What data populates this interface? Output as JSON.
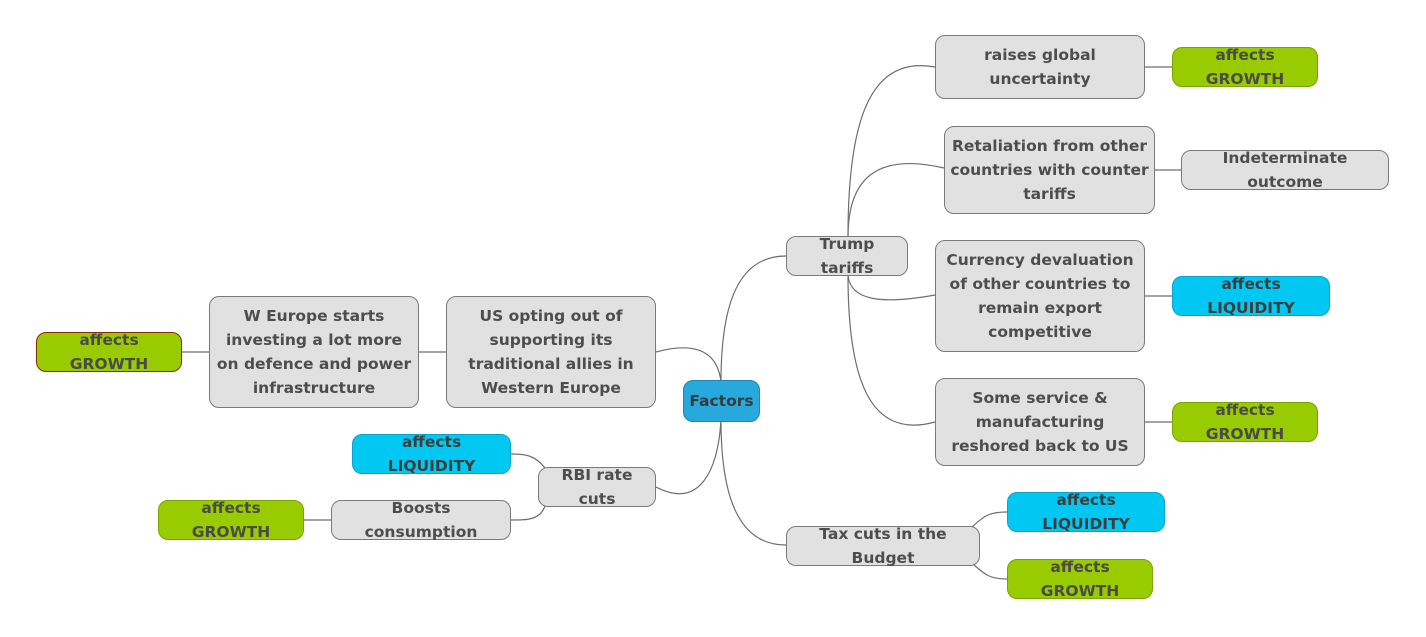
{
  "root": {
    "label": "Factors"
  },
  "right": {
    "trump_tariffs": {
      "label": "Trump tariffs",
      "children": [
        {
          "label": "raises global uncertainty",
          "effect": "affects GROWTH"
        },
        {
          "label": "Retaliation from other countries with counter tariffs",
          "effect": "Indeterminate outcome"
        },
        {
          "label": "Currency devaluation of other countries to remain export competitive",
          "effect": "affects LIQUIDITY"
        },
        {
          "label": "Some service & manufacturing reshored back to US",
          "effect": "affects GROWTH"
        }
      ]
    },
    "tax_cuts": {
      "label": "Tax cuts in the Budget",
      "effects": [
        "affects LIQUIDITY",
        "affects GROWTH"
      ]
    }
  },
  "left": {
    "us_opting_out": {
      "label": "US opting out of supporting its traditional allies in Western Europe",
      "child": {
        "label": "W Europe starts investing a lot more on defence and power infrastructure",
        "effect": "affects GROWTH"
      }
    },
    "rbi_rate_cuts": {
      "label": "RBI rate cuts",
      "effect": "affects LIQUIDITY",
      "child": {
        "label": "Boosts consumption",
        "effect": "affects GROWTH"
      }
    }
  },
  "colors": {
    "root": "#27a9dd",
    "topic": "#e1e1e1",
    "liquidity": "#00c8f2",
    "growth": "#99cc00",
    "connector": "#6e6e6e"
  }
}
